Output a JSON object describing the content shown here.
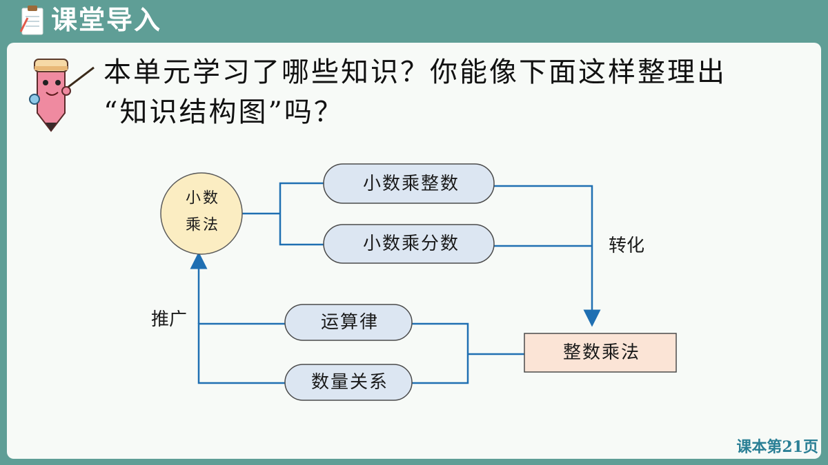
{
  "header": {
    "title": "课堂导入",
    "icon": "notebook-icon"
  },
  "mascot": {
    "icon": "pencil-teacher-icon"
  },
  "question": {
    "line1": "本单元学习了哪些知识？你能像下面这样整理出",
    "line2": "“知识结构图”吗？"
  },
  "diagram": {
    "center": {
      "line1": "小数",
      "line2": "乘法"
    },
    "nodes": {
      "decimal_times_integer": "小数乘整数",
      "decimal_times_decimal": "小数乘分数",
      "laws": "运算律",
      "quantity_relations": "数量关系",
      "integer_multiplication": "整数乘法"
    },
    "edge_labels": {
      "convert": "转化",
      "generalize": "推广"
    },
    "colors": {
      "line": "#1f6fb2",
      "rounded_fill": "#dce6f2",
      "circle_fill": "#fbedc2",
      "rect_fill": "#fbe4d6"
    }
  },
  "footer": {
    "page_ref": "课本第21页"
  }
}
